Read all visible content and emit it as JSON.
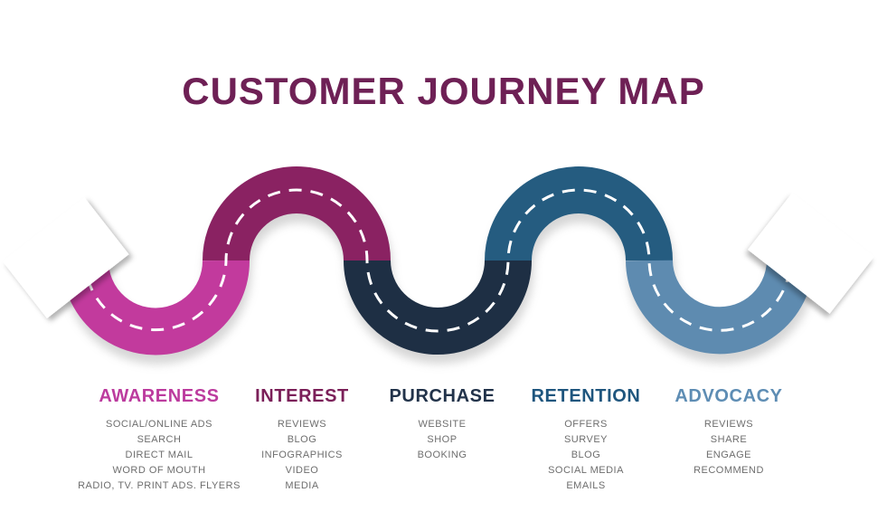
{
  "title": "CUSTOMER JOURNEY MAP",
  "title_color": "#6e2055",
  "road": {
    "dash_color": "#ffffff",
    "shadow_color": "#999999",
    "ribbon_fold_color": "#ffffff"
  },
  "stages": [
    {
      "name": "AWARENESS",
      "label_color": "#bc3b9e",
      "road_color": "#c23a9d",
      "road_shape": "valley",
      "items": [
        "SOCIAL/ONLINE ADS",
        "SEARCH",
        "DIRECT MAIL",
        "WORD OF MOUTH",
        "RADIO, TV. PRINT ADS. FLYERS"
      ]
    },
    {
      "name": "INTEREST",
      "label_color": "#7b2059",
      "road_color": "#8a2262",
      "road_shape": "hill",
      "items": [
        "REVIEWS",
        "BLOG",
        "INFOGRAPHICS",
        "VIDEO",
        "MEDIA"
      ]
    },
    {
      "name": "PURCHASE",
      "label_color": "#22334a",
      "road_color": "#1e2f44",
      "road_shape": "valley",
      "items": [
        "WEBSITE",
        "SHOP",
        "BOOKING"
      ]
    },
    {
      "name": "RETENTION",
      "label_color": "#1f567e",
      "road_color": "#255c80",
      "road_shape": "hill",
      "items": [
        "OFFERS",
        "SURVEY",
        "BLOG",
        "SOCIAL MEDIA",
        "EMAILS"
      ]
    },
    {
      "name": "ADVOCACY",
      "label_color": "#5e8db4",
      "road_color": "#5e8bb0",
      "road_shape": "valley",
      "items": [
        "REVIEWS",
        "SHARE",
        "ENGAGE",
        "RECOMMEND"
      ]
    }
  ]
}
